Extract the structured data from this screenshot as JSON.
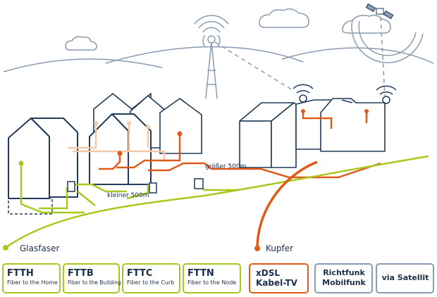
{
  "labels": {
    "glasfaser": "Glasfaser",
    "kupfer": "Kupfer",
    "groesser": "größer 500m",
    "kleiner": "kleiner 500m"
  },
  "boxes": {
    "ftth": {
      "title": "FTTH",
      "subtitle": "Fiber to the Home"
    },
    "fttb": {
      "title": "FTTB",
      "subtitle": "Fiber to the Building"
    },
    "fttc": {
      "title": "FTTC",
      "subtitle": "Fiber to the Curb"
    },
    "fttn": {
      "title": "FTTN",
      "subtitle": "Fiber to the Node"
    },
    "xdsl": {
      "line1": "xDSL",
      "line2": "Kabel-TV"
    },
    "funk": {
      "line1": "Richtfunk",
      "line2": "Mobilfunk"
    },
    "satellit": {
      "line1": "via Satellit"
    }
  },
  "colors": {
    "fiber": "#a8c81e",
    "copper": "#e05a1a",
    "copper_light": "#f3c9a8",
    "outline": "#1f3a5a",
    "sky": "#8a9bb0"
  }
}
